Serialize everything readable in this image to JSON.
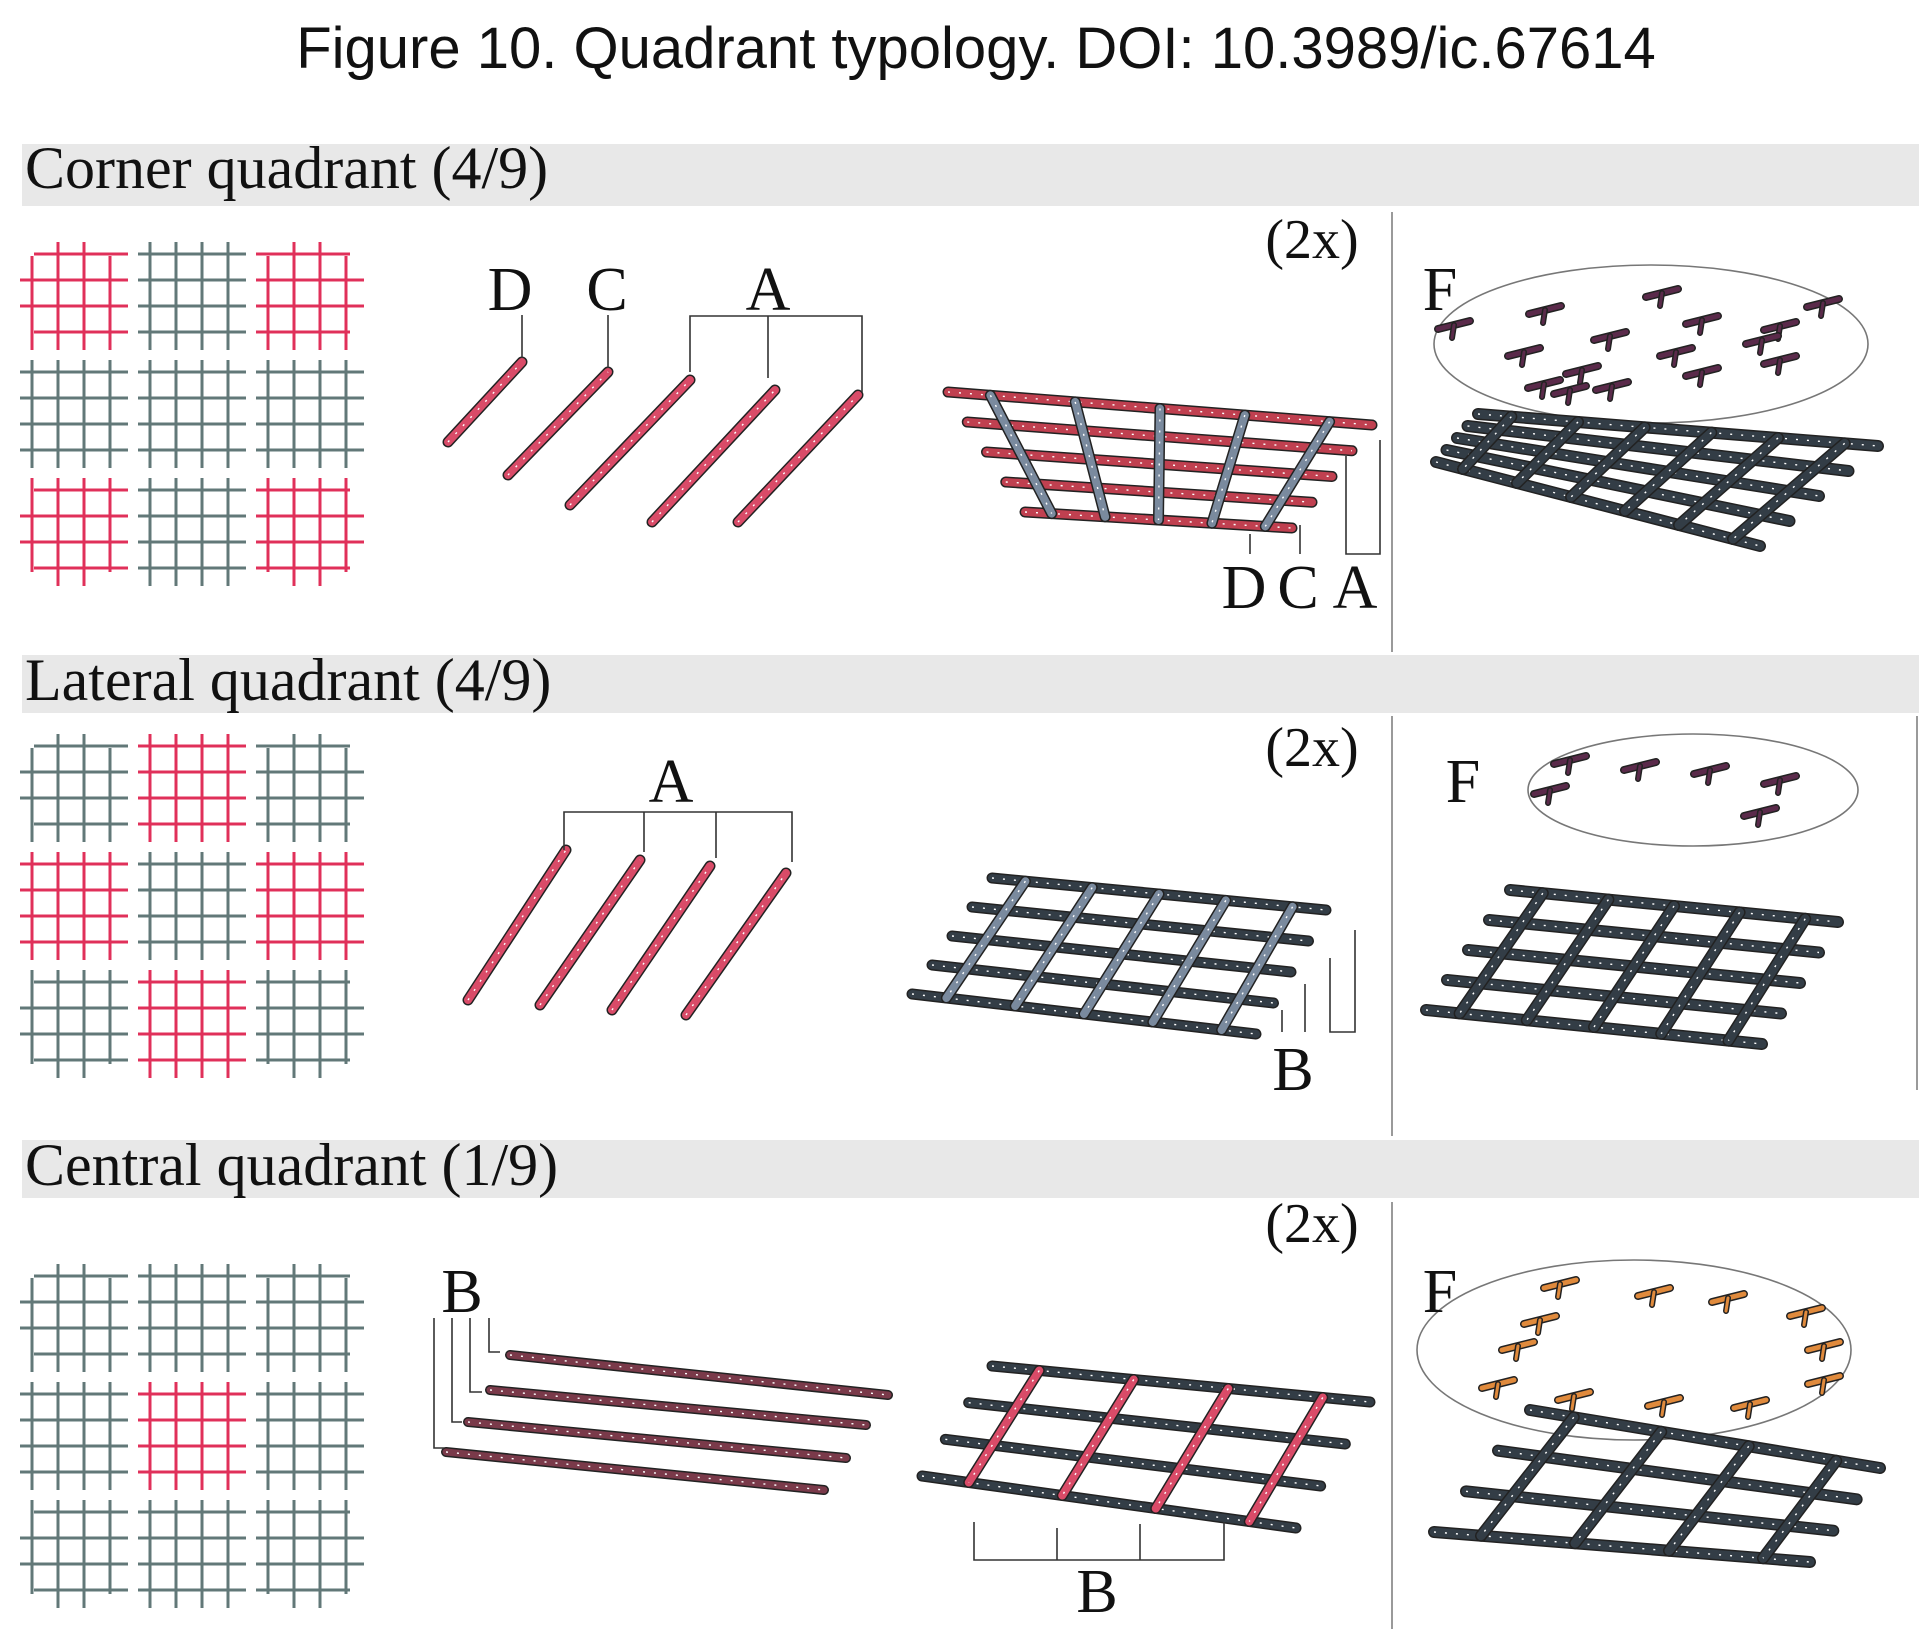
{
  "title": "Figure 10. Quadrant typology. DOI: 10.3989/ic.67614",
  "colors": {
    "red": "#e0305a",
    "red_bar": "#d94b68",
    "grey": "#627878",
    "dark": "#333d46",
    "slate": "#7a8a9e",
    "purple": "#5a2a4a",
    "orange": "#e08a3c",
    "band": "#e8e8e8"
  },
  "multiplier": "(2x)",
  "sections": [
    {
      "id": "corner",
      "title": "Corner quadrant (4/9)",
      "highlight": [
        "corner"
      ],
      "bar_labels": [
        "D",
        "C",
        "A"
      ],
      "grid_labels": [
        "D",
        "C",
        "A"
      ],
      "f_label": "F"
    },
    {
      "id": "lateral",
      "title": "Lateral quadrant (4/9)",
      "highlight": [
        "lateral"
      ],
      "bar_labels": [
        "A"
      ],
      "grid_labels": [
        "B"
      ],
      "f_label": "F"
    },
    {
      "id": "central",
      "title": "Central quadrant (1/9)",
      "highlight": [
        "central"
      ],
      "bar_labels": [
        "B"
      ],
      "grid_labels": [
        "B"
      ],
      "f_label": "F"
    }
  ]
}
